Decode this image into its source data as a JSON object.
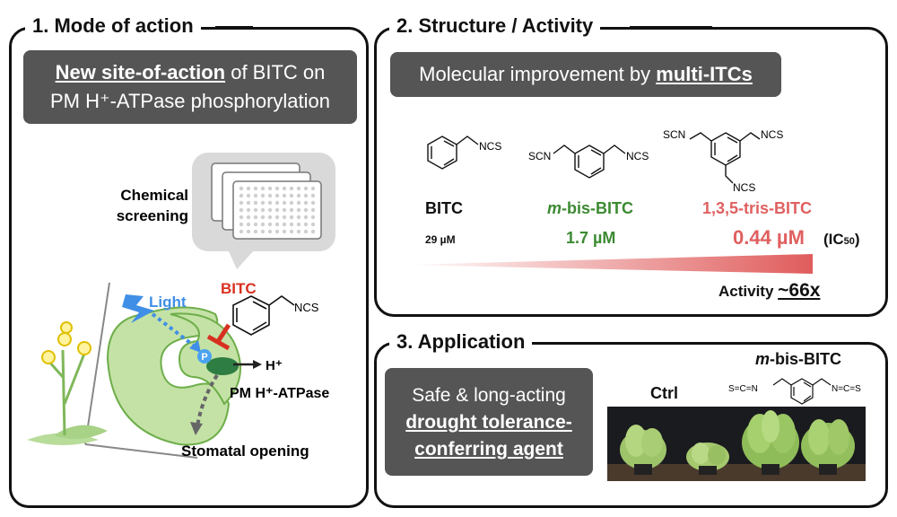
{
  "panel1": {
    "title": "1. Mode of action",
    "box_line1_emph": "New site-of-action",
    "box_line1_rest": " of BITC on",
    "box_line2": "PM H⁺-ATPase phosphorylation",
    "screening_line1": "Chemical",
    "screening_line2": "screening",
    "light": "Light",
    "bitc": "BITC",
    "ncs": "NCS",
    "p": "P",
    "hplus": "H⁺",
    "atpase": "PM H⁺-ATPase",
    "stomatal": "Stomatal opening"
  },
  "panel2": {
    "title": "2. Structure / Activity",
    "box_rest": "Molecular improvement by ",
    "box_emph": "multi-ITCs",
    "compounds": [
      {
        "name": "BITC",
        "ic50": "29 µM"
      },
      {
        "name_italic": "m",
        "name_rest": "-bis-BITC",
        "ic50": "1.7 µM"
      },
      {
        "name": "1,3,5-tris-BITC",
        "ic50": "0.44 µM"
      }
    ],
    "struct_labels": {
      "ncs": "NCS",
      "scn": "SCN"
    },
    "ic50_label_pre": "(IC",
    "ic50_label_sub": "50",
    "ic50_label_post": ")",
    "activity_label": "Activity ",
    "activity_value": "~66x",
    "colors": {
      "bitc": "#111111",
      "bis": "#3c8a32",
      "tris": "#e06060"
    }
  },
  "panel3": {
    "title": "3. Application",
    "box_line1": "Safe & long-acting",
    "box_line2": "drought tolerance-",
    "box_line3": "conferring agent",
    "ctrl": "Ctrl",
    "compound_italic": "m",
    "compound_rest": "-bis-BITC",
    "struct_left": "S=C=N",
    "struct_right": "N=C=S"
  }
}
